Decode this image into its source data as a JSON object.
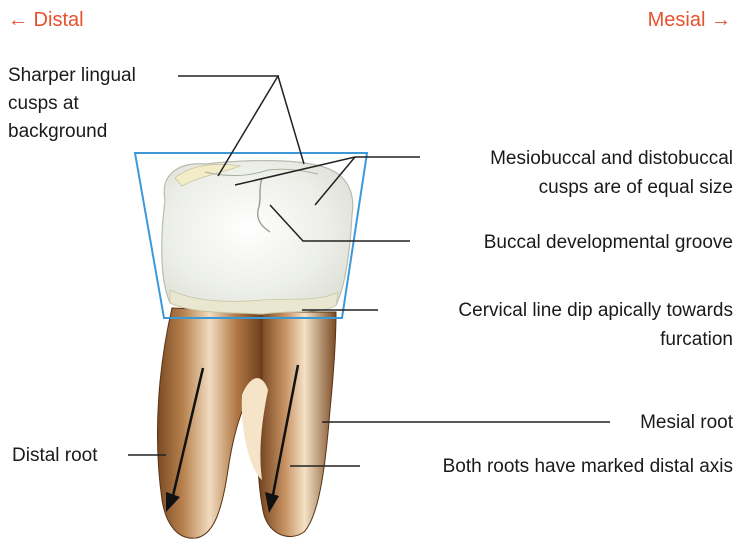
{
  "directions": {
    "distal": "← Distal",
    "mesial": "Mesial →"
  },
  "labels": {
    "sharper_lingual_1": "Sharper lingual",
    "sharper_lingual_2": "cusps at",
    "sharper_lingual_3": "background",
    "cusps_1": "Mesiobuccal and distobuccal",
    "cusps_2": "cusps are of equal size",
    "groove": "Buccal developmental groove",
    "cervical_1": "Cervical line dip apically towards",
    "cervical_2": "furcation",
    "mesial_root": "Mesial root",
    "distal_root": "Distal root",
    "roots_axis": "Both roots have marked distal axis"
  },
  "colors": {
    "direction_text": "#e8502e",
    "outline_trapezoid": "#3a9ad9",
    "root": "#a8703f",
    "crown": "#eef0ea",
    "leader_line": "#222222"
  }
}
